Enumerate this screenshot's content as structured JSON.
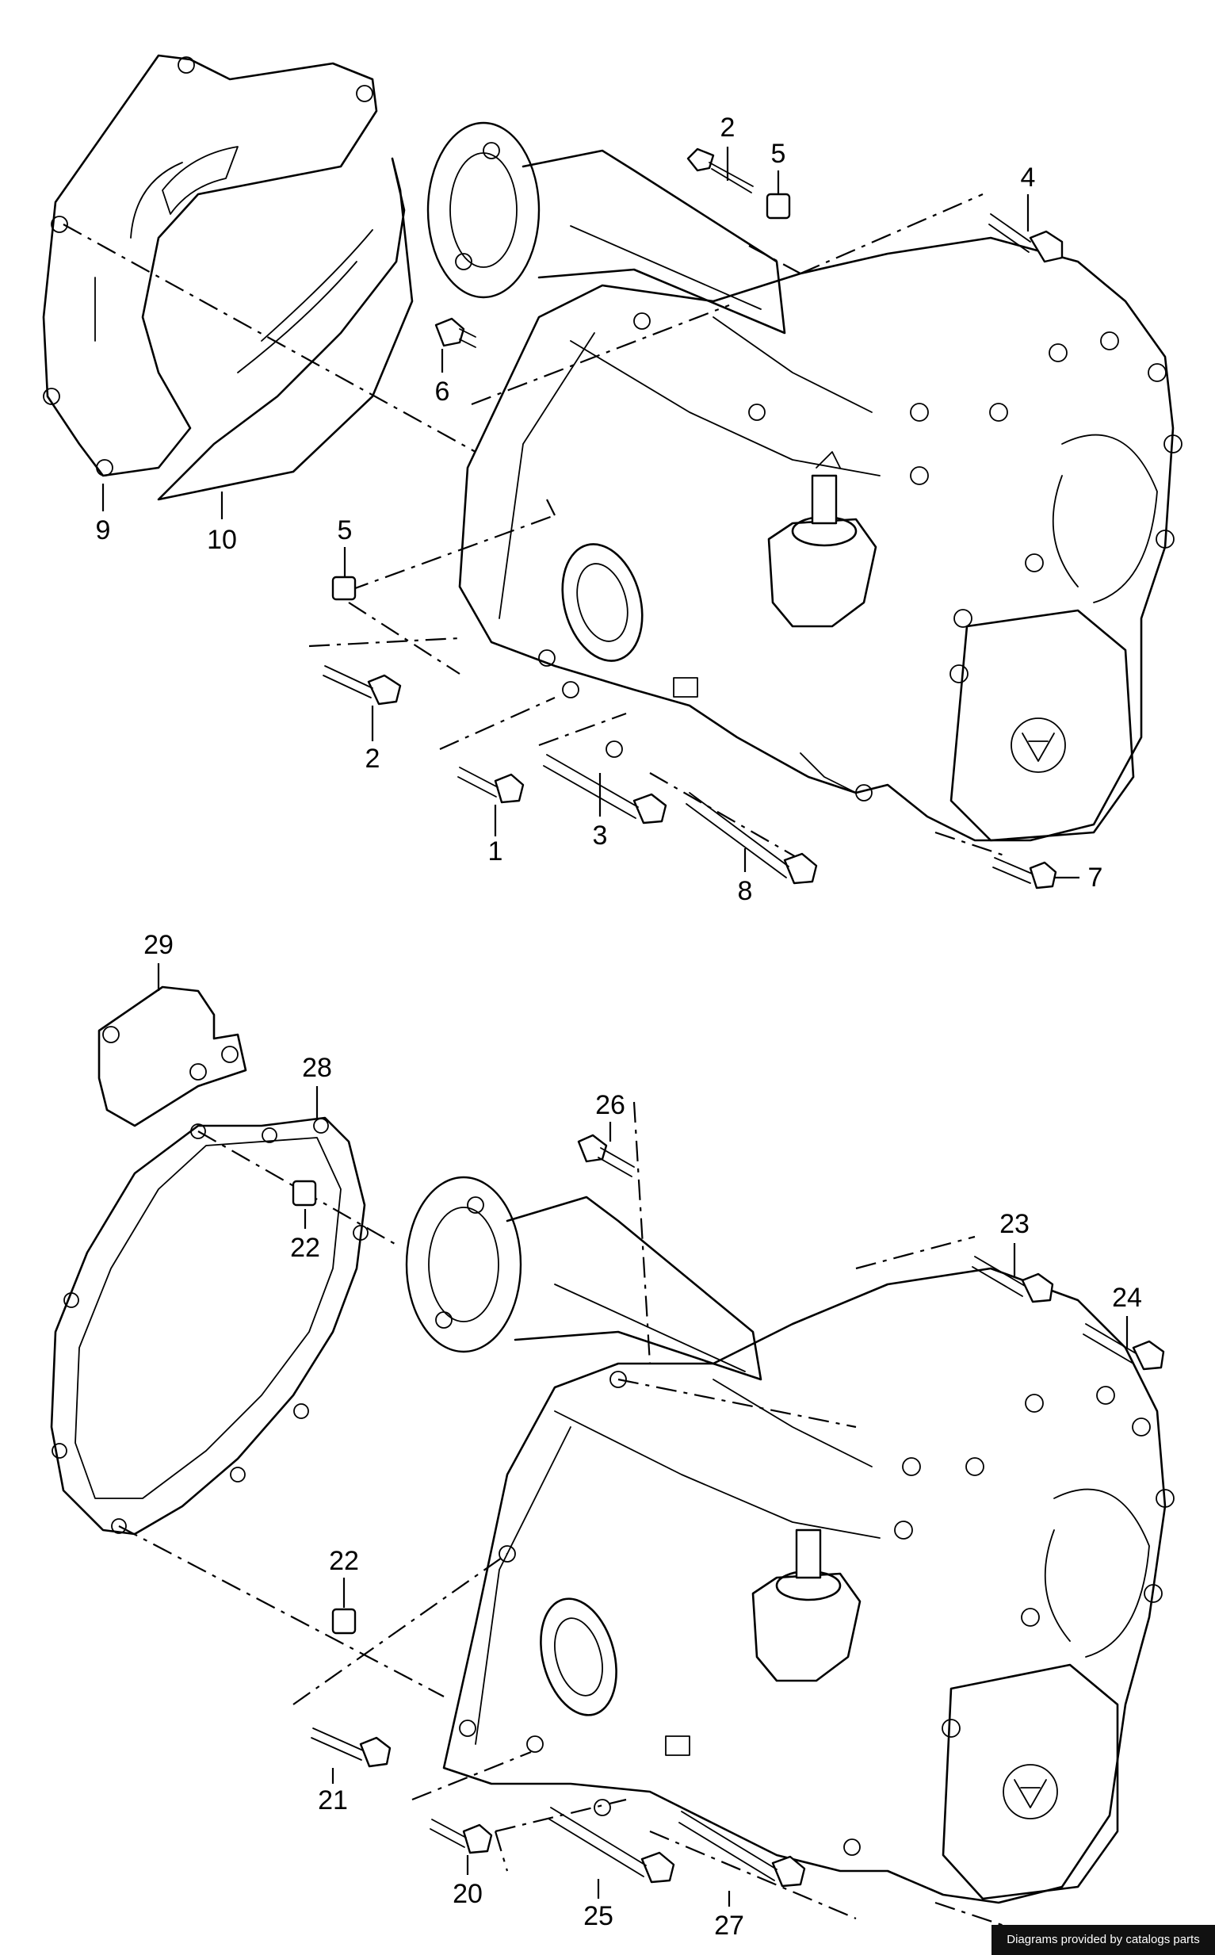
{
  "callouts_top": [
    "1",
    "2",
    "2",
    "3",
    "4",
    "5",
    "5",
    "6",
    "7",
    "8",
    "9",
    "10"
  ],
  "callouts_bottom": [
    "20",
    "21",
    "22",
    "22",
    "23",
    "24",
    "25",
    "26",
    "27",
    "28",
    "29"
  ],
  "credit": "Diagrams provided by catalogs parts"
}
